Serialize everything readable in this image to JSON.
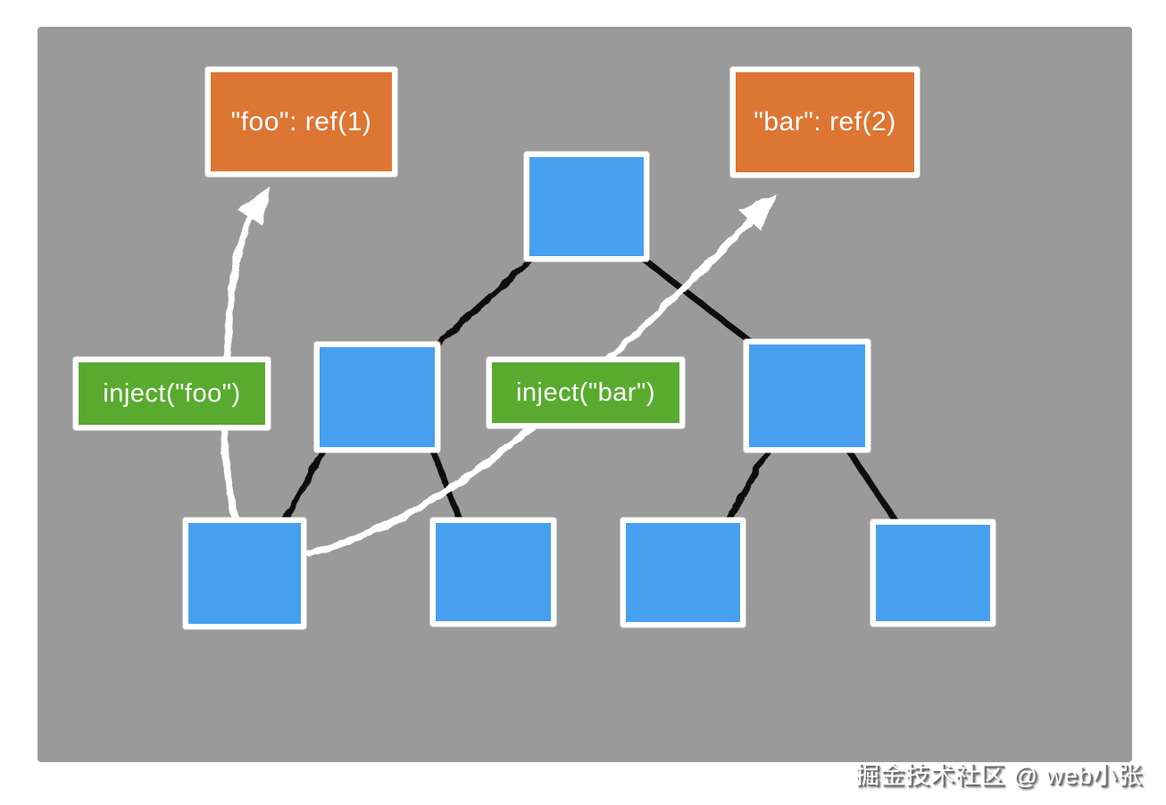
{
  "diagram": {
    "description": "provide/inject component tree",
    "colors": {
      "canvas_bg": "#9a9a9a",
      "component_node": "#479ff0",
      "provide_box": "#dd7533",
      "inject_box": "#59ab2f",
      "tree_edge": "#111111",
      "inject_arrow": "#ffffff",
      "box_border": "#ffffff"
    },
    "boxes": {
      "provide_foo": "\"foo\": ref(1)",
      "provide_bar": "\"bar\": ref(2)",
      "inject_foo": "inject(\"foo\")",
      "inject_bar": "inject(\"bar\")"
    },
    "tree": {
      "node_count": 7,
      "levels": [
        1,
        2,
        4
      ],
      "edges": [
        "root->child-1",
        "root->child-2",
        "child-1->grandchild-1",
        "child-1->grandchild-2",
        "child-2->grandchild-3",
        "child-2->grandchild-4"
      ],
      "arrows": [
        {
          "from": "grandchild-1",
          "to": "provide-foo-box"
        },
        {
          "from": "grandchild-1",
          "to": "provide-bar-box"
        }
      ]
    }
  },
  "watermark": {
    "text": "掘金技术社区 @ web小张"
  }
}
